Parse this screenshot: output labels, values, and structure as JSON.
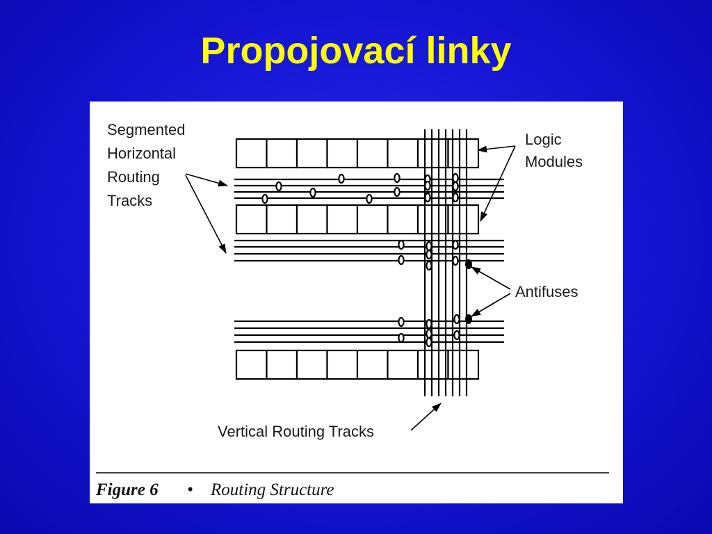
{
  "slide": {
    "title": "Propojovací linky"
  },
  "figure": {
    "labels": {
      "segmented_line1": "Segmented",
      "segmented_line2": "Horizontal",
      "segmented_line3": "Routing",
      "segmented_line4": "Tracks",
      "logic_line1": "Logic",
      "logic_line2": "Modules",
      "antifuses": "Antifuses",
      "vertical": "Vertical Routing Tracks"
    },
    "caption": {
      "figure_no": "Figure 6",
      "bullet": "•",
      "text": "Routing Structure"
    }
  }
}
